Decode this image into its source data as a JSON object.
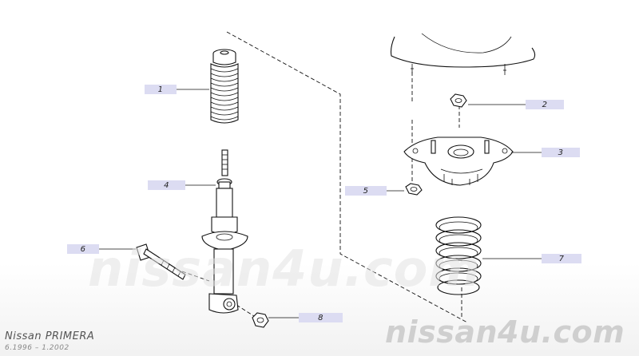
{
  "callouts": [
    {
      "label": "1"
    },
    {
      "label": "2"
    },
    {
      "label": "3"
    },
    {
      "label": "4"
    },
    {
      "label": "5"
    },
    {
      "label": "6"
    },
    {
      "label": "7"
    },
    {
      "label": "8"
    }
  ],
  "watermark": {
    "center_text": "nissan4u.com",
    "corner_text": "nissan4u.com"
  },
  "vehicle": {
    "model": "Nissan PRIMERA",
    "years": "6.1996 – 1.2002"
  }
}
